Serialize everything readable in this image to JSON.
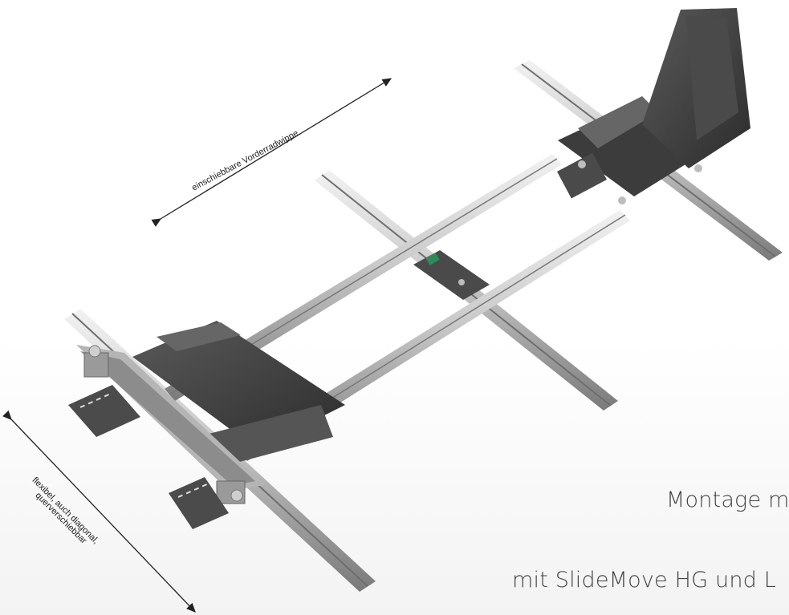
{
  "annotations": {
    "top_arrow_label": "einschiebbare Vorderradwippe",
    "side_arrow_label_line1": "flexibel, auch diagonal,",
    "side_arrow_label_line2": "querverschiebbar"
  },
  "captions": {
    "line1": "Montage m",
    "line2": "mit SlideMove HG und L"
  },
  "colors": {
    "rail_light": "#d8d8d8",
    "rail_dark": "#8c8c8c",
    "plate_dark": "#3a3a3a",
    "caption_text": "#444444",
    "accent_green": "#2e8b57"
  }
}
